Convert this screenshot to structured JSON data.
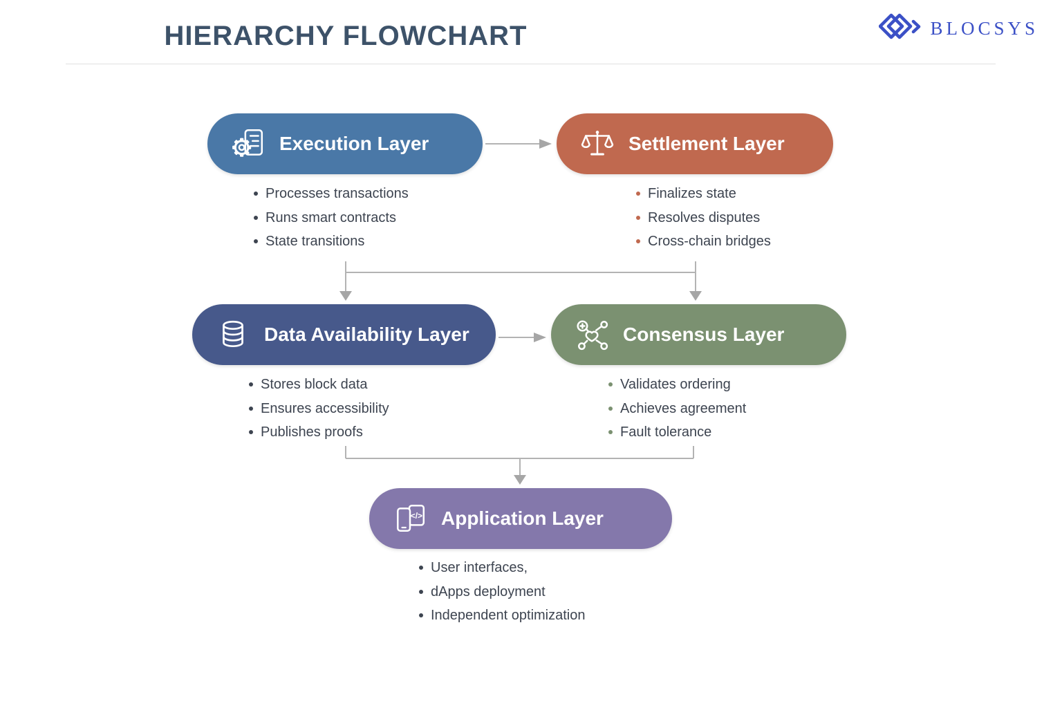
{
  "header": {
    "title": "HIERARCHY FLOWCHART",
    "brand": {
      "name": "BLOCSYS",
      "color": "#3b50c6",
      "logo_icon": "blocsys-diamonds-logo"
    }
  },
  "connector_color": "#aeaeae",
  "nodes": [
    {
      "id": "execution",
      "label": "Execution Layer",
      "icon": "gear-document-icon",
      "color": "#4a78a7",
      "bullet_color": "#3d4450",
      "bullets": [
        "Processes transactions",
        "Runs smart contracts",
        "State transitions"
      ]
    },
    {
      "id": "settlement",
      "label": "Settlement Layer",
      "icon": "scales-icon",
      "color": "#c0694f",
      "bullet_color": "#c0694f",
      "bullets": [
        "Finalizes state",
        "Resolves disputes",
        "Cross-chain bridges"
      ]
    },
    {
      "id": "data-availability",
      "label": "Data Availability Layer",
      "icon": "database-icon",
      "color": "#47598b",
      "bullet_color": "#3d4450",
      "bullets": [
        "Stores block data",
        "Ensures accessibility",
        "Publishes proofs"
      ]
    },
    {
      "id": "consensus",
      "label": "Consensus Layer",
      "icon": "consensus-network-icon",
      "color": "#7b9171",
      "bullet_color": "#7b9171",
      "bullets": [
        "Validates ordering",
        "Achieves agreement",
        "Fault tolerance"
      ]
    },
    {
      "id": "application",
      "label": "Application Layer",
      "icon": "phone-code-icon",
      "color": "#8478ab",
      "bullet_color": "#3d4450",
      "bullets": [
        "User interfaces,",
        "dApps deployment",
        "Independent optimization"
      ]
    }
  ]
}
